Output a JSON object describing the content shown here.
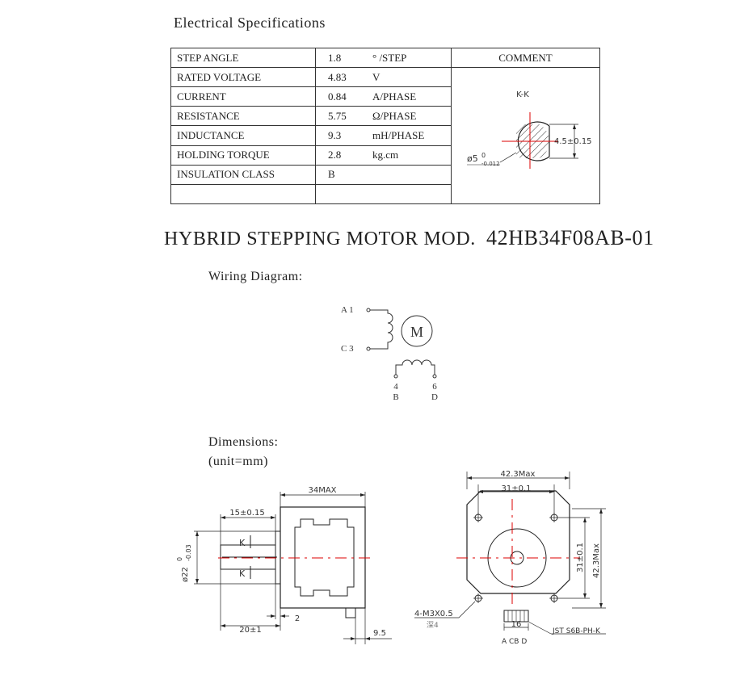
{
  "title": "Electrical Specifications",
  "spec_table": {
    "comment_header": "COMMENT",
    "rows": [
      {
        "label": "STEP ANGLE",
        "value": "1.8",
        "unit": "° /STEP"
      },
      {
        "label": "RATED VOLTAGE",
        "value": "4.83",
        "unit": "V"
      },
      {
        "label": "CURRENT",
        "value": "0.84",
        "unit": "A/PHASE"
      },
      {
        "label": "RESISTANCE",
        "value": "5.75",
        "unit": "Ω/PHASE"
      },
      {
        "label": "INDUCTANCE",
        "value": "9.3",
        "unit": "mH/PHASE"
      },
      {
        "label": "HOLDING TORQUE",
        "value": "2.8",
        "unit": "kg.cm"
      },
      {
        "label": "INSULATION CLASS",
        "value": "B",
        "unit": ""
      },
      {
        "label": "",
        "value": "",
        "unit": ""
      }
    ]
  },
  "section_view": {
    "label": "K-K",
    "flat_dim": "4.5±0.15",
    "dia_dim": "ø5",
    "dia_tol_upper": "0",
    "dia_tol_lower": "-0.012"
  },
  "model": {
    "prefix": "HYBRID STEPPING MOTOR MOD.",
    "code": "42HB34F08AB-01"
  },
  "wiring": {
    "title": "Wiring Diagram:",
    "motor_symbol": "M",
    "a_label": "A 1",
    "c_label": "C 3",
    "pin_4": "4",
    "pin_6": "6",
    "pin_b": "B",
    "pin_d": "D"
  },
  "dimensions": {
    "title": "Dimensions:",
    "unit": "(unit=mm)",
    "side_view": {
      "body_length": "34MAX",
      "shaft_flat": "15±0.15",
      "shaft_length": "20±1",
      "flange": "2",
      "boss_dia": "ø22",
      "boss_tol_upper": "0",
      "boss_tol_lower": "-0.03",
      "connector": "9.5",
      "section_mark": "K"
    },
    "front_view": {
      "width": "42.3Max",
      "hole_spacing": "31±0.1",
      "height": "42.3Max",
      "hole_spacing_v": "31±0.1",
      "screw": "4-M3X0.5",
      "screw_depth": "深4",
      "connector_width": "16",
      "connector_type": "JST S6B-PH-K",
      "connector_pins": "A CB D"
    }
  }
}
